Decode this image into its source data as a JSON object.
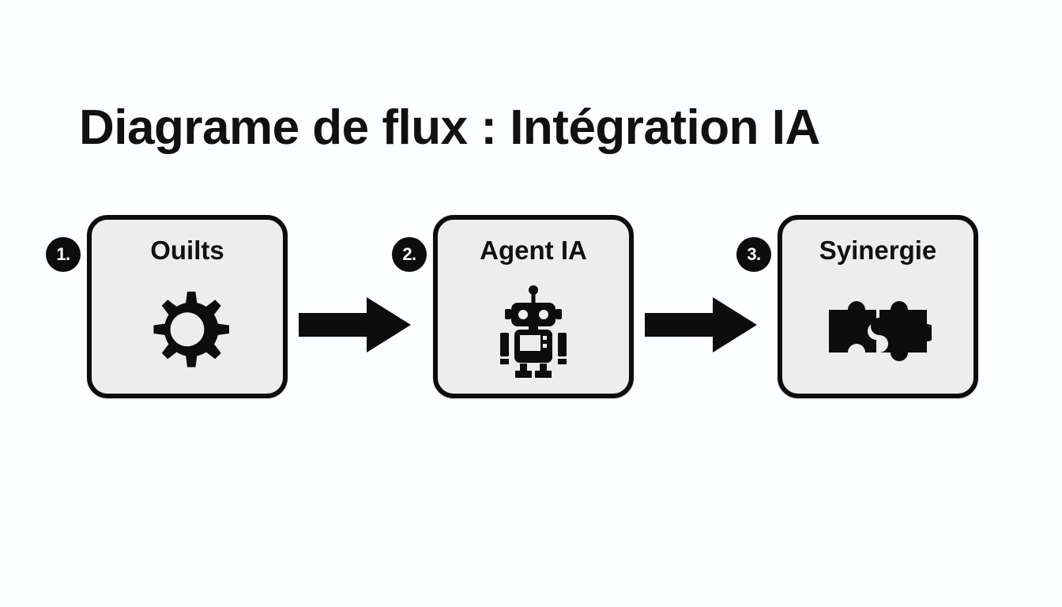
{
  "title": "Diagrame de flux : Intégration IA",
  "background_color": "#fdfeff",
  "box_fill_color": "#ededed",
  "box_border_color": "#0d0d0d",
  "accent_color": "#0d0d0d",
  "steps": [
    {
      "number": "1.",
      "label": "Ouilts",
      "icon": "gear-icon"
    },
    {
      "number": "2.",
      "label": "Agent IA",
      "icon": "robot-icon"
    },
    {
      "number": "3.",
      "label": "Syinergie",
      "icon": "puzzle-pieces-icon"
    }
  ],
  "connectors": [
    {
      "icon": "arrow-right-icon",
      "from": "Ouilts",
      "to": "Agent IA"
    },
    {
      "icon": "arrow-right-icon",
      "from": "Agent IA",
      "to": "Syinergie"
    }
  ]
}
